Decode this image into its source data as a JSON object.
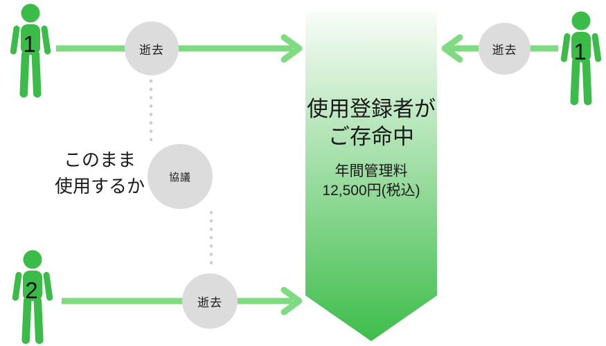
{
  "colors": {
    "person_green": "#3bbb47",
    "arrow_green": "#7edb82",
    "node_gray": "#dcdcdc",
    "dot_gray": "#cccccc",
    "banner_gradient_top": "#f8fcf7",
    "banner_gradient_bottom": "#3ebd4a",
    "text_black": "#1a1a1a"
  },
  "diagram": {
    "persons": [
      {
        "id": "registrant-1-left",
        "label": "1"
      },
      {
        "id": "registrant-1-right",
        "label": "1"
      },
      {
        "id": "registrant-2-left",
        "label": "2"
      }
    ],
    "nodes": [
      {
        "id": "decease-top-left",
        "label": "逝去"
      },
      {
        "id": "consultation",
        "label": "協議"
      },
      {
        "id": "decease-bottom-left",
        "label": "逝去"
      },
      {
        "id": "decease-top-right",
        "label": "逝去"
      }
    ],
    "center_banner": {
      "title_line1": "使用登録者が",
      "title_line2": "ご存命中",
      "fee_line1": "年間管理料",
      "fee_line2": "12,500円(税込)"
    },
    "question": {
      "line1": "このまま",
      "line2": "使用するか"
    }
  }
}
